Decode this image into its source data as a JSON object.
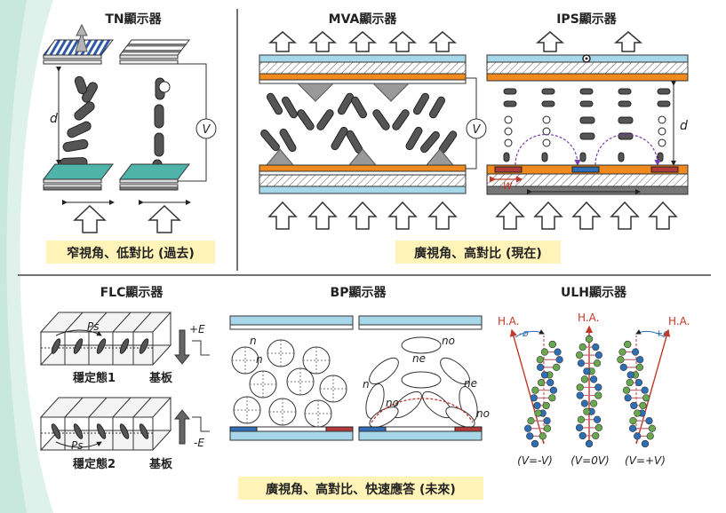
{
  "panels": {
    "tn": {
      "title": "TN顯示器",
      "label_d": "d",
      "label_v": "V"
    },
    "mva": {
      "title": "MVA顯示器",
      "label_v": "V"
    },
    "ips": {
      "title": "IPS顯示器",
      "label_d": "d",
      "label_w": "w"
    },
    "flc": {
      "title": "FLC顯示器",
      "label_ps": "Ps",
      "label_pe": "+E",
      "label_ne": "-E",
      "state1": "穩定態1",
      "state2": "穩定態2",
      "substrate": "基板"
    },
    "bp": {
      "title": "BP顯示器",
      "label_n": "n",
      "label_no": "no",
      "label_ne": "ne"
    },
    "ulh": {
      "title": "ULH顯示器",
      "label_ha": "H.A.",
      "angle_neg": "-ø",
      "angle_pos": "+ø",
      "v_neg": "(V=-V)",
      "v_zero": "(V=0V)",
      "v_pos": "(V=+V)"
    }
  },
  "captions": {
    "past": "窄視角、低對比 (過去)",
    "present": "廣視角、高對比 (現在)",
    "future": "廣視角、高對比、快速應答 (未來)"
  },
  "colors": {
    "caption_bg": "#fff3b8",
    "blue_layer": "#a7d7e8",
    "orange_layer": "#f08a1e",
    "teal_electrode": "#4fb3a9",
    "red_electrode": "#b23a3a",
    "blue_electrode": "#2f6fb5",
    "mint_bg": "#d6efe6",
    "arrow_red": "#c0392b"
  }
}
